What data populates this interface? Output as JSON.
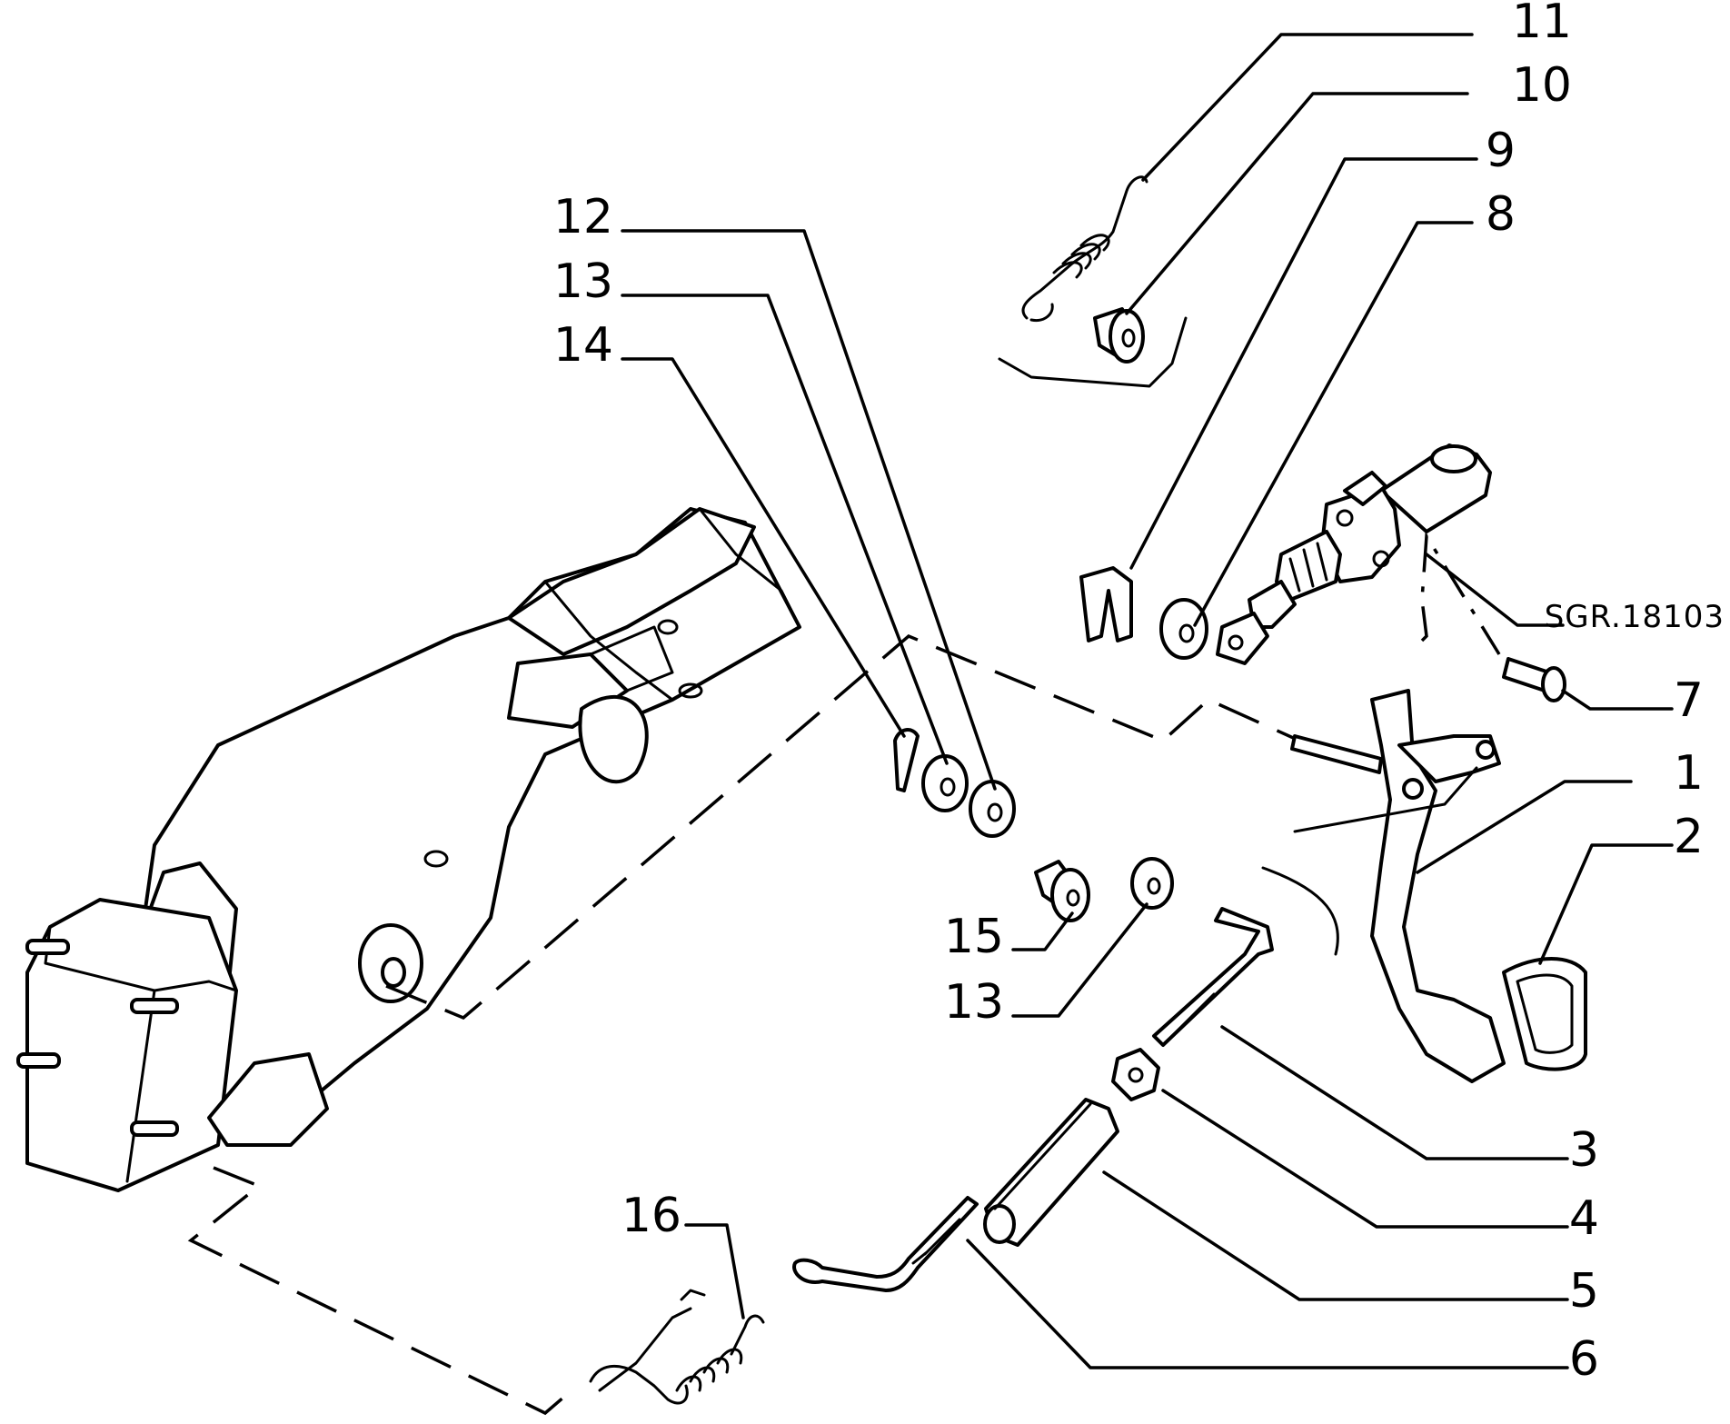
{
  "reference_code": "SGR.18103",
  "callouts": [
    {
      "number": "1"
    },
    {
      "number": "2"
    },
    {
      "number": "3"
    },
    {
      "number": "4"
    },
    {
      "number": "5"
    },
    {
      "number": "6"
    },
    {
      "number": "7"
    },
    {
      "number": "8"
    },
    {
      "number": "9"
    },
    {
      "number": "10"
    },
    {
      "number": "11"
    },
    {
      "number": "12"
    },
    {
      "number": "13"
    },
    {
      "number": "14"
    },
    {
      "number": "15"
    },
    {
      "number": "13"
    },
    {
      "number": "16"
    }
  ]
}
